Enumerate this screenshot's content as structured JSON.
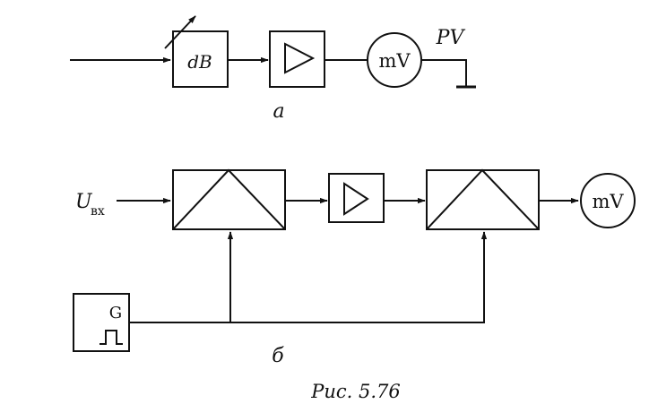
{
  "diagram_a": {
    "attenuator_label": "dB",
    "meter_label": "mV",
    "meter_designation": "PV",
    "subfigure_label": "а"
  },
  "diagram_b": {
    "input_symbol": "U",
    "input_subscript": "вх",
    "meter_label": "mV",
    "generator_label": "G",
    "subfigure_label": "б"
  },
  "caption": "Рис. 5.76"
}
